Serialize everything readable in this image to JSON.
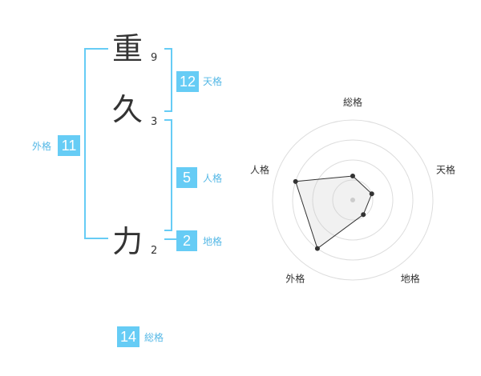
{
  "name": {
    "chars": [
      {
        "kanji": "重",
        "strokes": "9"
      },
      {
        "kanji": "久",
        "strokes": "3"
      },
      {
        "kanji": "力",
        "strokes": "2"
      }
    ]
  },
  "fortune": {
    "tenkaku": {
      "value": "12",
      "label": "天格"
    },
    "jinkaku": {
      "value": "5",
      "label": "人格"
    },
    "chikaku": {
      "value": "2",
      "label": "地格"
    },
    "gaikaku": {
      "value": "11",
      "label": "外格"
    },
    "soukaku": {
      "value": "14",
      "label": "総格"
    }
  },
  "colors": {
    "accent": "#66ccf5",
    "text": "#333333"
  },
  "chart_data": {
    "type": "radar",
    "axes": [
      "総格",
      "天格",
      "地格",
      "外格",
      "人格"
    ],
    "values": [
      1.2,
      1.0,
      0.9,
      3.0,
      3.0
    ],
    "rmax": 4,
    "grid_levels": 4
  }
}
